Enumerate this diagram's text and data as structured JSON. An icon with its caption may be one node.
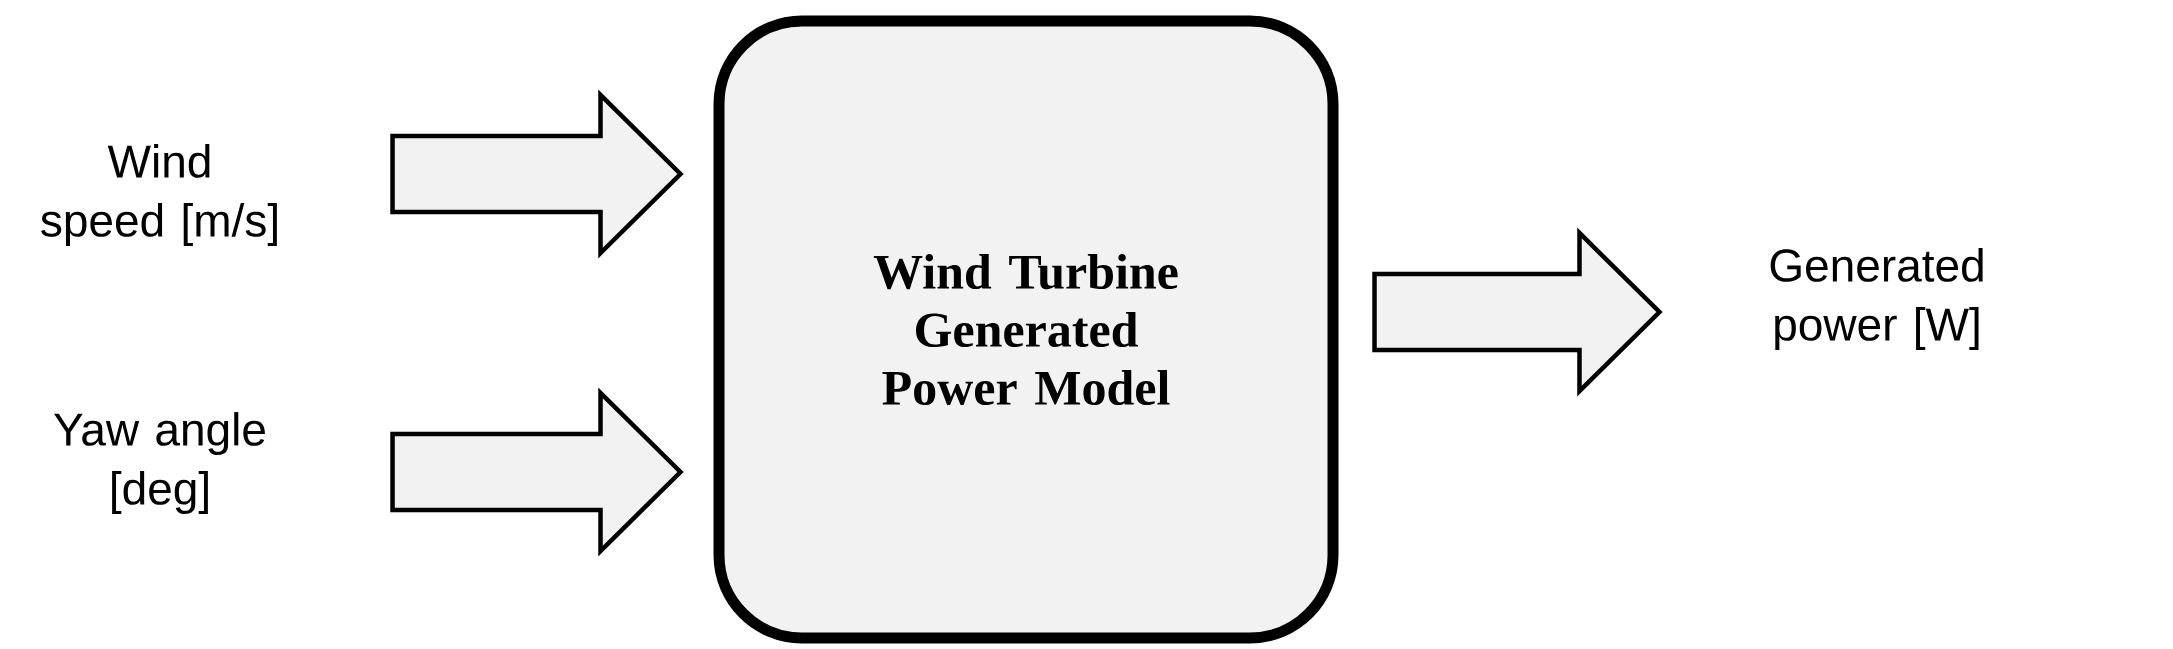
{
  "diagram": {
    "nodes": [
      {
        "text": [
          "Wind speed [m/s]"
        ]
      },
      {
        "text": [
          "Yaw angle [deg]"
        ]
      },
      {
        "text": [
          "Wind Turbine Generated Power Model"
        ]
      },
      {
        "text": [
          "Generated power [W]"
        ]
      }
    ],
    "edges": [
      {
        "from": 0,
        "to": 2,
        "arrow": "to"
      },
      {
        "from": 1,
        "to": 2,
        "arrow": "to"
      },
      {
        "from": 2,
        "to": 3,
        "arrow": "to"
      }
    ]
  }
}
